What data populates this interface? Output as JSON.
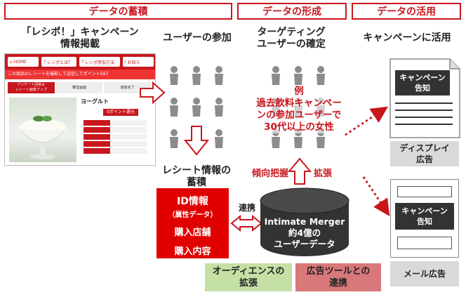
{
  "headers": {
    "accumulation": "データの蓄積",
    "formation": "データの形成",
    "utilization": "データの活用"
  },
  "col1": {
    "title_line1": "「レシポ！」キャンペーン",
    "title_line2": "情報掲載"
  },
  "site": {
    "nav_home": "HOME",
    "nav_about": "レシポとは？",
    "nav_howto": "レシポ参加方法",
    "nav_info": "お知ら",
    "strip_text": "この商品のレシートを撮影して送信してポイントGET",
    "tab1_line1": "アンケート回答＆",
    "tab1_line2": "レシート画像アップ",
    "tab2": "審査画面",
    "tab3": "速度完了",
    "product": "ヨーグルト",
    "points": "5ポイント還元"
  },
  "col2": {
    "title": "ユーザーの参加",
    "receipt_line1": "レシート情報の",
    "receipt_line2": "蓄積"
  },
  "col3": {
    "title_line1": "ターゲティング",
    "title_line2": "ユーザーの確定",
    "example_line1": "例",
    "example_line2": "過去飲料キャンペー",
    "example_line3": "ンの参加ユーザーで",
    "example_line4": "30代以上の女性",
    "trend": "傾向把握",
    "expand": "拡張"
  },
  "idbox": {
    "line1": "ID情報",
    "line2": "（属性データ）",
    "line3": "購入店舗",
    "line4": "購入内容"
  },
  "link_label": "連携",
  "db": {
    "line1": "Intimate Merger",
    "line2": "約4億の",
    "line3": "ユーザーデータ"
  },
  "audience": {
    "line1": "オーディエンスの",
    "line2": "拡張"
  },
  "adtool": {
    "line1": "広告ツールとの",
    "line2": "連携"
  },
  "col4": {
    "title": "キャンペーンに活用",
    "display_block_line1": "キャンペーン",
    "display_block_line2": "告知",
    "display_caption_line1": "ディスプレイ",
    "display_caption_line2": "広告",
    "mail_block_line1": "キャンペーン",
    "mail_block_line2": "告知",
    "mail_caption": "メール広告"
  },
  "colors": {
    "brand_red": "#c8161d",
    "person_gray": "#8c8c8c",
    "green": "#c5e0a5",
    "pink": "#d9787b"
  }
}
